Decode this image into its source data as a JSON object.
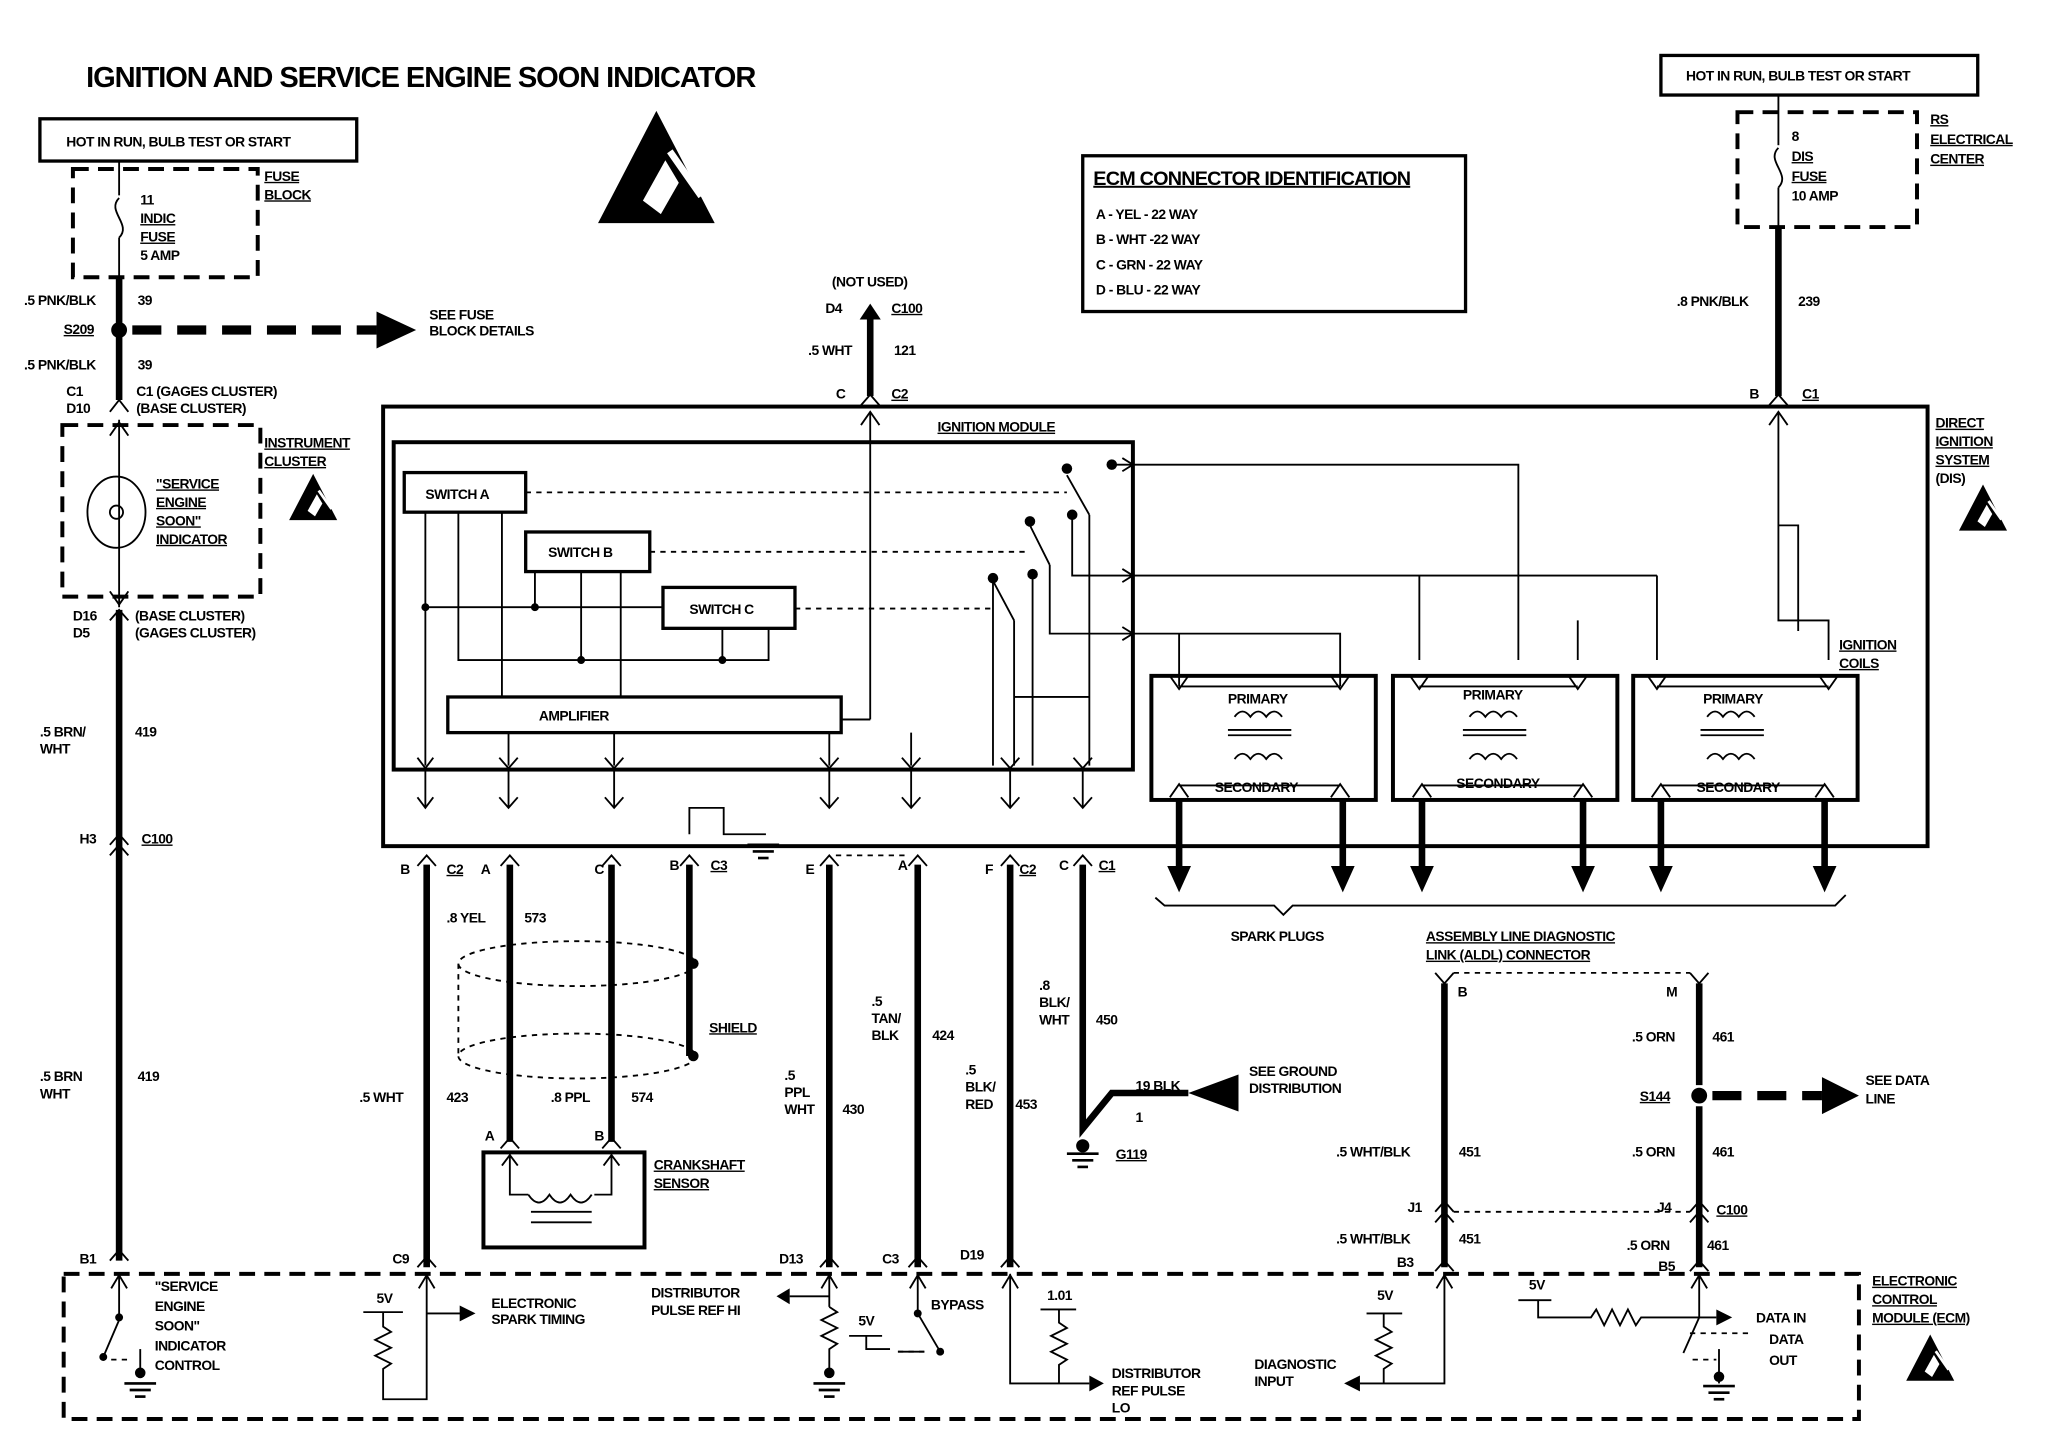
{
  "title": "IGNITION AND SERVICE ENGINE SOON INDICATOR",
  "left_power": {
    "source": "HOT IN RUN, BULB TEST OR START",
    "fuse": [
      "11",
      "INDIC",
      "FUSE",
      "5 AMP"
    ],
    "fuse_block": [
      "FUSE",
      "BLOCK"
    ],
    "wire1": {
      "color": ".5 PNK/BLK",
      "circuit": "39"
    },
    "splice": "S209",
    "see": [
      "SEE FUSE",
      "BLOCK DETAILS"
    ],
    "wire2": {
      "color": ".5 PNK/BLK",
      "circuit": "39"
    },
    "conn_top": [
      "C1",
      "D10",
      "C1 (GAGES CLUSTER)",
      "(BASE CLUSTER)"
    ],
    "cluster": [
      "INSTRUMENT",
      "CLUSTER"
    ],
    "indicator": [
      "\"SERVICE",
      "ENGINE",
      "SOON\"",
      "INDICATOR"
    ],
    "conn_bottom": [
      "D16",
      "D5",
      "(BASE CLUSTER)",
      "(GAGES CLUSTER)"
    ],
    "wire3": {
      "color": [
        ".5 BRN/",
        "WHT"
      ],
      "circuit": "419"
    },
    "c100": [
      "H3",
      "C100"
    ],
    "wire4": {
      "color": [
        ".5 BRN",
        "WHT"
      ],
      "circuit": "419"
    },
    "ecm_pin": "B1"
  },
  "ecm_id": {
    "title": "ECM CONNECTOR IDENTIFICATION",
    "items": [
      "A - YEL - 22 WAY",
      "B - WHT -22 WAY",
      "C - GRN - 22 WAY",
      "D - BLU - 22 WAY"
    ]
  },
  "not_used": {
    "label": "(NOT USED)",
    "pin": "D4",
    "conn": "C100",
    "color": ".5 WHT",
    "circuit": "121",
    "pin2": "C",
    "conn2": "C2"
  },
  "right_power": {
    "source": "HOT IN RUN, BULB TEST OR START",
    "fuse": [
      "8",
      "DIS",
      "FUSE",
      "10 AMP"
    ],
    "center": [
      "RS",
      "ELECTRICAL",
      "CENTER"
    ],
    "wire": {
      "color": ".8 PNK/BLK",
      "circuit": "239"
    },
    "pin": "B",
    "conn": "C1"
  },
  "dis": {
    "label": [
      "DIRECT",
      "IGNITION",
      "SYSTEM",
      "(DIS)"
    ],
    "module": "IGNITION MODULE",
    "switch_a": "SWITCH A",
    "switch_b": "SWITCH B",
    "switch_c": "SWITCH C",
    "amplifier": "AMPLIFIER",
    "coils_label": [
      "IGNITION",
      "COILS"
    ],
    "primary": "PRIMARY",
    "secondary": "SECONDARY",
    "spark_plugs": "SPARK PLUGS"
  },
  "module_pins": [
    {
      "pin": "B",
      "conn": "C2"
    },
    {
      "pin": "A"
    },
    {
      "pin": "C"
    },
    {
      "pin": "B",
      "conn": "C3"
    },
    {
      "pin": "E"
    },
    {
      "pin": "A"
    },
    {
      "pin": "F",
      "conn": "C2"
    },
    {
      "pin": "C",
      "conn": "C1"
    }
  ],
  "wires": {
    "yel": {
      "color": ".8 YEL",
      "circuit": "573"
    },
    "shield": "SHIELD",
    "wht423": {
      "color": ".5 WHT",
      "circuit": "423"
    },
    "ppl574": {
      "color": ".8 PPL",
      "circuit": "574"
    },
    "crank_pins": [
      "A",
      "B"
    ],
    "crank": [
      "CRANKSHAFT",
      "SENSOR"
    ],
    "ppl430": {
      "color": [
        ".5",
        "PPL",
        "WHT"
      ],
      "circuit": "430"
    },
    "tan424": {
      "color": [
        ".5",
        "TAN/",
        "BLK"
      ],
      "circuit": "424"
    },
    "blk453": {
      "color": [
        ".5",
        "BLK/",
        "RED"
      ],
      "circuit": "453"
    },
    "blk450": {
      "color": [
        ".8",
        "BLK/",
        "WHT"
      ],
      "circuit": "450"
    },
    "ground": {
      "wire": "19 BLK",
      "num": "1",
      "see": [
        "SEE GROUND",
        "DISTRIBUTION"
      ],
      "id": "G119"
    }
  },
  "aldl": {
    "label": [
      "ASSEMBLY LINE DIAGNOSTIC",
      "LINK (ALDL) CONNECTOR"
    ],
    "pin_b": "B",
    "pin_m": "M",
    "orn1": {
      "color": ".5 ORN",
      "circuit": "461"
    },
    "splice": "S144",
    "see": [
      "SEE DATA",
      "LINE"
    ],
    "wb1": {
      "color": ".5 WHT/BLK",
      "circuit": "451"
    },
    "orn2": {
      "color": ".5 ORN",
      "circuit": "461"
    },
    "j1": "J1",
    "j4": "J4",
    "conn": "C100",
    "wb2": {
      "color": ".5 WHT/BLK",
      "circuit": "451"
    },
    "orn3": {
      "color": ".5 ORN",
      "circuit": "461"
    },
    "b3": "B3",
    "b5": "B5"
  },
  "ecm": {
    "label": [
      "ELECTRONIC",
      "CONTROL",
      "MODULE (ECM)"
    ],
    "ses": [
      "\"SERVICE",
      "ENGINE",
      "SOON\"",
      "INDICATOR",
      "CONTROL"
    ],
    "c9": "C9",
    "v5": "5V",
    "est": [
      "ELECTRONIC",
      "SPARK TIMING"
    ],
    "dpr": [
      "DISTRIBUTOR",
      "PULSE REF HI"
    ],
    "d13": "D13",
    "c3": "C3",
    "bypass": "BYPASS",
    "d19": "D19",
    "v101": "1.01",
    "refl": [
      "DISTRIBUTOR",
      "REF PULSE",
      "LO"
    ],
    "diag": [
      "DIAGNOSTIC",
      "INPUT"
    ],
    "data_in": "DATA IN",
    "data_out": [
      "DATA",
      "OUT"
    ]
  },
  "icons": [
    "esd-warning-icon",
    "fuse-icon",
    "bulb-icon",
    "ground-icon",
    "resistor-icon",
    "switch-icon",
    "coil-icon"
  ]
}
